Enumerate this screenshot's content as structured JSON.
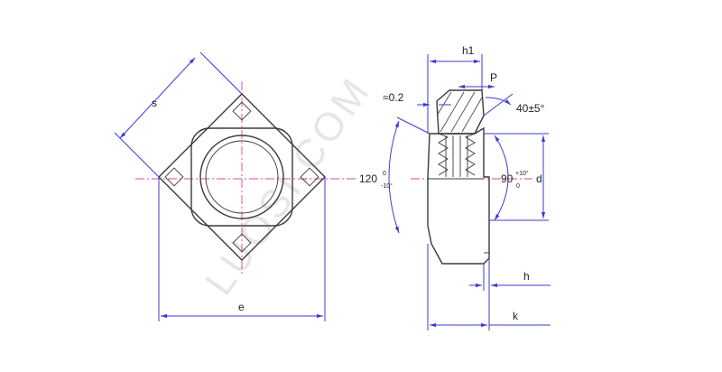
{
  "watermark": "LUOSI.COM",
  "labels": {
    "s": "s",
    "e": "e",
    "h1": "h1",
    "p": "P",
    "approx": "≈0.2",
    "angle40": "40±5°",
    "angle120_base": "120",
    "angle120_upper": "0",
    "angle120_lower": "-10°",
    "angle90_base": "90",
    "angle90_upper": "+10°",
    "angle90_lower": "0",
    "d": "d",
    "h": "h",
    "k": "k"
  },
  "colors": {
    "outline": "#3a3a3a",
    "dimension": "#3b3bd6",
    "centerline": "#e0459a"
  }
}
